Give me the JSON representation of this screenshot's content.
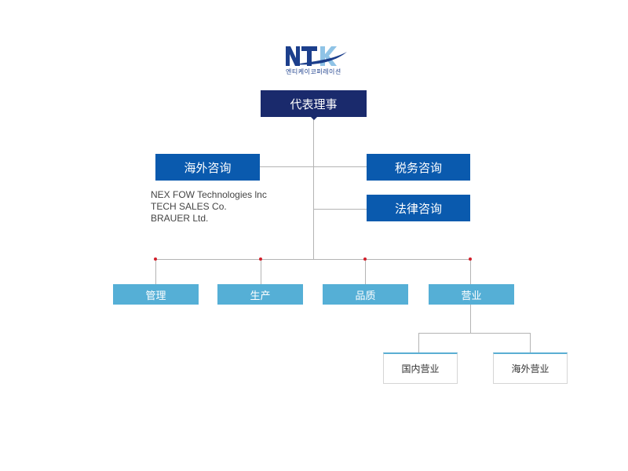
{
  "logo": {
    "letters": "NTK",
    "tagline": "엔티케이코퍼레이션",
    "colors": {
      "navy": "#1c3f8c",
      "light": "#8fc3e6"
    }
  },
  "ceo": {
    "label": "代表理事",
    "color": "#1a2a6c"
  },
  "consulting": {
    "overseas": "海外咨询",
    "tax": "税务咨询",
    "legal": "法律咨询",
    "color": "#0a5aae"
  },
  "partners": [
    "NEX FOW Technologies lnc",
    "TECH SALES Co.",
    "BRAUER Ltd."
  ],
  "departments": {
    "items": [
      "管理",
      "生产",
      "品质",
      "营业"
    ],
    "color": "#55afd6"
  },
  "sales_subdivisions": {
    "items": [
      "国内营业",
      "海外营业"
    ]
  },
  "connector_color": "#b4b4b4",
  "node_dot_color": "#d21f2a"
}
